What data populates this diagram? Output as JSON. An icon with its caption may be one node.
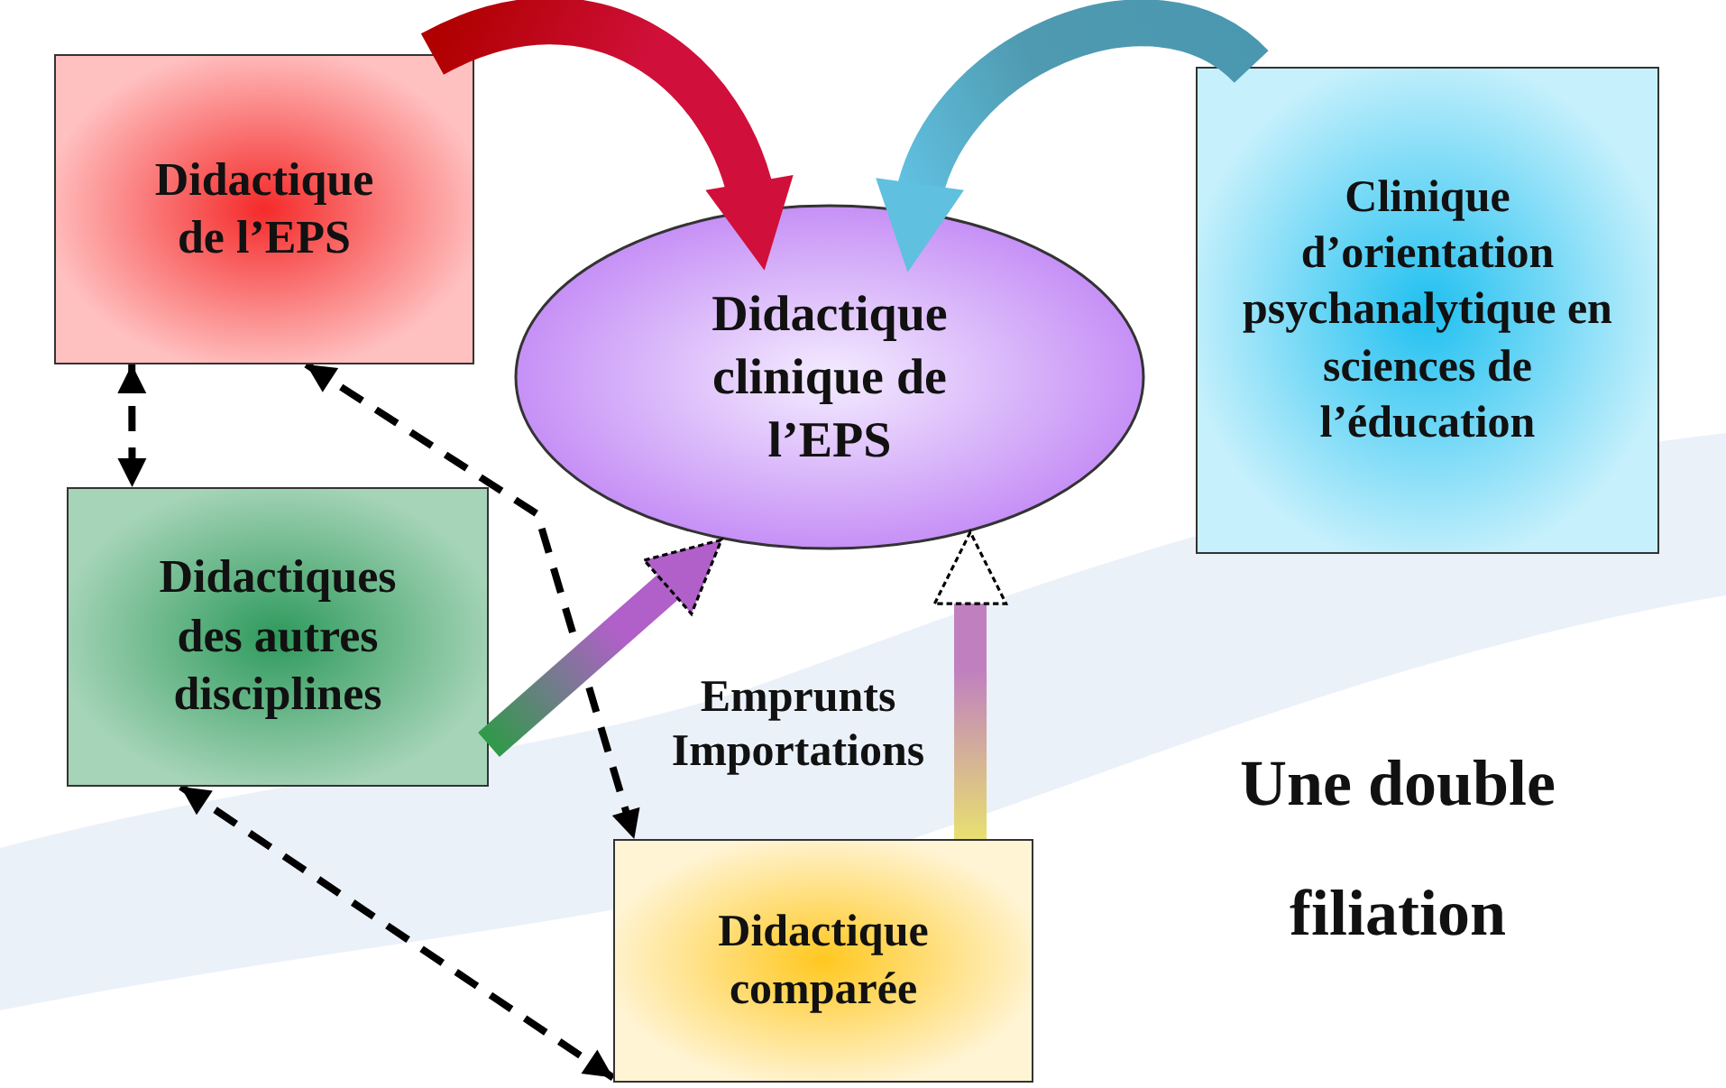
{
  "diagram": {
    "nodes": [
      {
        "text": [
          "Didactique de l’EPS"
        ]
      },
      {
        "text": [
          "Didactique clinique de l’EPS"
        ]
      },
      {
        "text": [
          "Clinique d’orientation psychanalytique en sciences de l’éducation"
        ]
      },
      {
        "text": [
          "Didactiques des autres disciplines"
        ]
      },
      {
        "text": [
          "Didactique comparée"
        ]
      }
    ],
    "edges": [
      {
        "from": 0,
        "to": 1,
        "arrow": "to",
        "style": "thick",
        "color": "#d0103a"
      },
      {
        "from": 2,
        "to": 1,
        "arrow": "to",
        "style": "thick",
        "color": "#4f9ab0"
      },
      {
        "from": 0,
        "to": 3,
        "arrow": "both",
        "style": "dashed"
      },
      {
        "from": 0,
        "to": 4,
        "arrow": "both",
        "style": "dashed"
      },
      {
        "from": 3,
        "to": 4,
        "arrow": "both",
        "style": "dashed"
      },
      {
        "from": 3,
        "to": 1,
        "arrow": "to",
        "style": "thick",
        "color": "#b060c8"
      },
      {
        "from": 4,
        "to": 1,
        "arrow": "to",
        "style": "thick",
        "color": "#c080c0"
      }
    ],
    "labels": [
      "Emprunts Importations",
      "Une double filiation"
    ]
  }
}
